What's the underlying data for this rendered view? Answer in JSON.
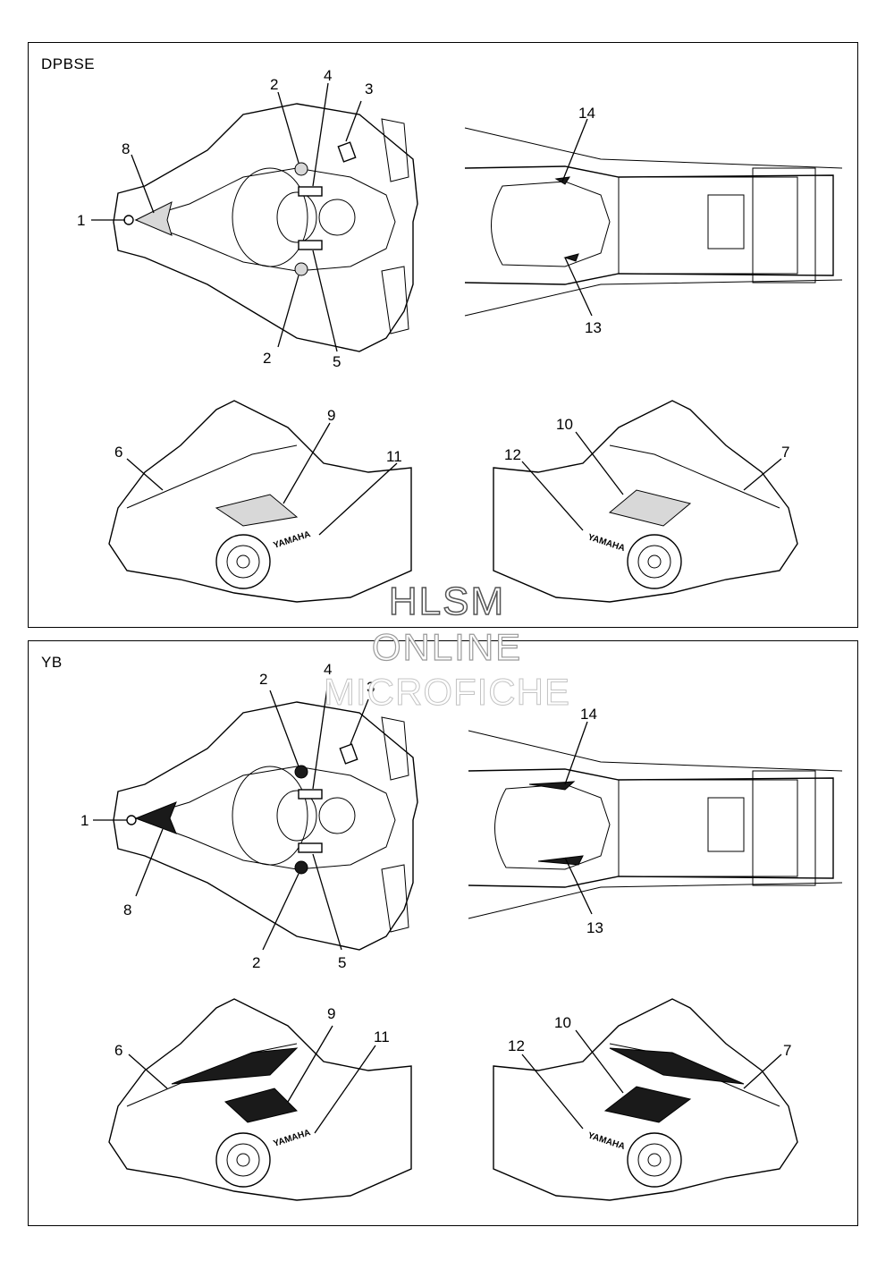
{
  "panels": [
    {
      "label": "DPBSE",
      "callouts": [
        "1",
        "2",
        "2",
        "3",
        "4",
        "5",
        "6",
        "7",
        "8",
        "9",
        "10",
        "11",
        "12",
        "13",
        "14"
      ]
    },
    {
      "label": "YB",
      "callouts": [
        "1",
        "2",
        "2",
        "3",
        "4",
        "5",
        "6",
        "7",
        "8",
        "9",
        "10",
        "11",
        "12",
        "13",
        "14"
      ]
    }
  ],
  "brand_decal": "YAMAHA",
  "watermark": {
    "line1": "HLSM",
    "line2": "ONLINE",
    "line3": "MICROFICHE"
  },
  "colors": {
    "line": "#000000",
    "background": "#ffffff",
    "decal_dark": "#1a1a1a",
    "decal_light": "#d8d8d8"
  }
}
